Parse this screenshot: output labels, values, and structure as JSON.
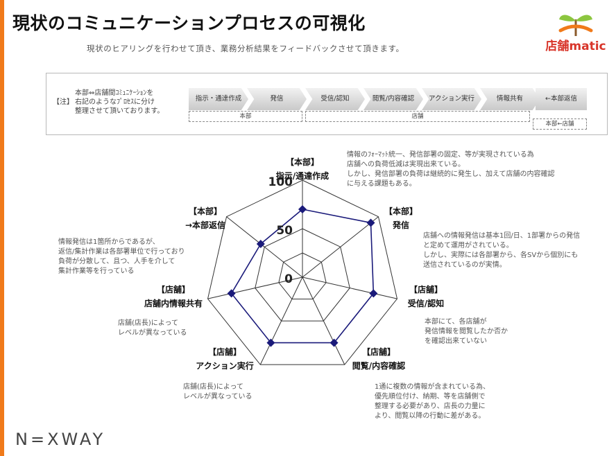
{
  "page": {
    "title": "現状のコミュニケーションプロセスの可視化",
    "subtitle": "現状のヒアリングを行わせて頂き、業務分析結果をフィードバックさせて頂きます。"
  },
  "logo": {
    "text": "店舗matic",
    "color": "#d8352a"
  },
  "footer": {
    "logo_text": "N=XWAY"
  },
  "process": {
    "note": [
      "本部⇔店舗間ｺﾐｭﾆｹｰｼｮﾝを",
      "右記のようなﾌﾟﾛｾｽに分け",
      "整理させて頂いております。"
    ],
    "note_tag": "【注】",
    "steps": [
      "指示・通達作成",
      "発信",
      "受信/認知",
      "閲覧/内容確認",
      "アクション実行",
      "情報共有",
      "←本部返信"
    ],
    "groups": [
      "本部",
      "店舗",
      "本部←店舗"
    ]
  },
  "chart_data": {
    "type": "radar",
    "categories": [
      {
        "tag": "【本部】",
        "name": "指示/通達作成"
      },
      {
        "tag": "【本部】",
        "name": "発信"
      },
      {
        "tag": "【店舗】",
        "name": "受信/認知"
      },
      {
        "tag": "【店舗】",
        "name": "閲覧/内容確認"
      },
      {
        "tag": "【店舗】",
        "name": "アクション実行"
      },
      {
        "tag": "【店舗】",
        "name": "店舗内情報共有"
      },
      {
        "tag": "【本部】",
        "name": "→本部返信"
      }
    ],
    "values": [
      70,
      90,
      75,
      75,
      75,
      75,
      55
    ],
    "range": [
      0,
      100
    ],
    "ticks": [
      "0",
      "50",
      "100"
    ],
    "series_color": "#1a1a7a"
  },
  "descriptions": [
    [
      "情報のﾌｫｰﾏｯﾄ統一、発信部署の固定、等が実現されている為",
      "店舗への負荷低減は実現出来ている。",
      "しかし、発信部署の負荷は継続的に発生し、加えて店舗の内容確認",
      "に与える課題もある。"
    ],
    [
      "店舗への情報発信は基本1回/日、1部署からの発信",
      "と定めて運用がされている。",
      "しかし、実際には各部署から、各SVから個別にも",
      "送信されているのが実情。"
    ],
    [
      "本部にて、各店舗が",
      "発信情報を閲覧したか否か",
      "を確認出来ていない"
    ],
    [
      "1通に複数の情報が含まれている為、",
      "優先順位付け、納期、等を店舗側で",
      "整理する必要があり、店長の力量に",
      "より、閲覧以降の行動に差がある。"
    ],
    [
      "店舗(店長)によって",
      "レベルが異なっている"
    ],
    [
      "店舗(店長)によって",
      "レベルが異なっている"
    ],
    [
      "情報発信は1箇所からであるが、",
      "返信/集計作業は各部署単位で行っており",
      "負荷が分散して、且つ、人手を介して",
      "集計作業等を行っている"
    ]
  ]
}
